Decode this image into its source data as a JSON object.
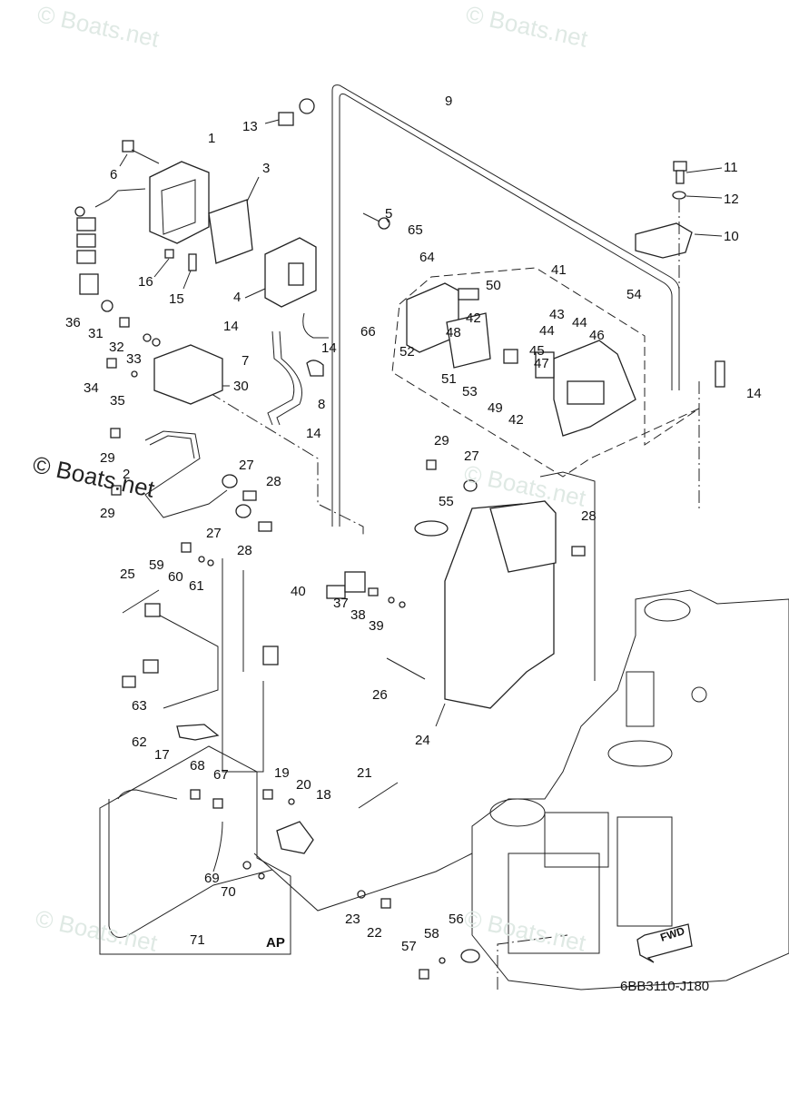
{
  "diagram": {
    "title": "Electrical components exploded view",
    "drawing_code": "6BB3110-J180",
    "direction_marker": "FWD",
    "variant_box_label": "AP",
    "watermarks": [
      "© Boats.net",
      "© Boats.net",
      "© Boats.net",
      "© Boats.net",
      "© Boats.net",
      "© Boats.net"
    ],
    "callouts": {
      "c1": "1",
      "c2": "2",
      "c3": "3",
      "c4": "4",
      "c5": "5",
      "c6": "6",
      "c7": "7",
      "c8": "8",
      "c9": "9",
      "c10": "10",
      "c11": "11",
      "c12": "12",
      "c13": "13",
      "c14a": "14",
      "c14b": "14",
      "c14c": "14",
      "c14d": "14",
      "c15": "15",
      "c16": "16",
      "c17": "17",
      "c18": "18",
      "c19": "19",
      "c20": "20",
      "c21": "21",
      "c22": "22",
      "c23": "23",
      "c24": "24",
      "c25": "25",
      "c26": "26",
      "c27a": "27",
      "c27b": "27",
      "c27c": "27",
      "c28a": "28",
      "c28b": "28",
      "c28c": "28",
      "c29a": "29",
      "c29b": "29",
      "c29c": "29",
      "c30": "30",
      "c31": "31",
      "c32": "32",
      "c33": "33",
      "c34": "34",
      "c35": "35",
      "c36": "36",
      "c37": "37",
      "c38": "38",
      "c39": "39",
      "c40": "40",
      "c41": "41",
      "c42a": "42",
      "c42b": "42",
      "c43": "43",
      "c44a": "44",
      "c44b": "44",
      "c45": "45",
      "c46": "46",
      "c47": "47",
      "c48": "48",
      "c49": "49",
      "c50": "50",
      "c51": "51",
      "c52": "52",
      "c53": "53",
      "c54": "54",
      "c55": "55",
      "c56": "56",
      "c57": "57",
      "c58": "58",
      "c59": "59",
      "c60": "60",
      "c61": "61",
      "c62": "62",
      "c63": "63",
      "c64": "64",
      "c65": "65",
      "c66": "66",
      "c67": "67",
      "c68": "68",
      "c69": "69",
      "c70": "70",
      "c71": "71"
    }
  }
}
